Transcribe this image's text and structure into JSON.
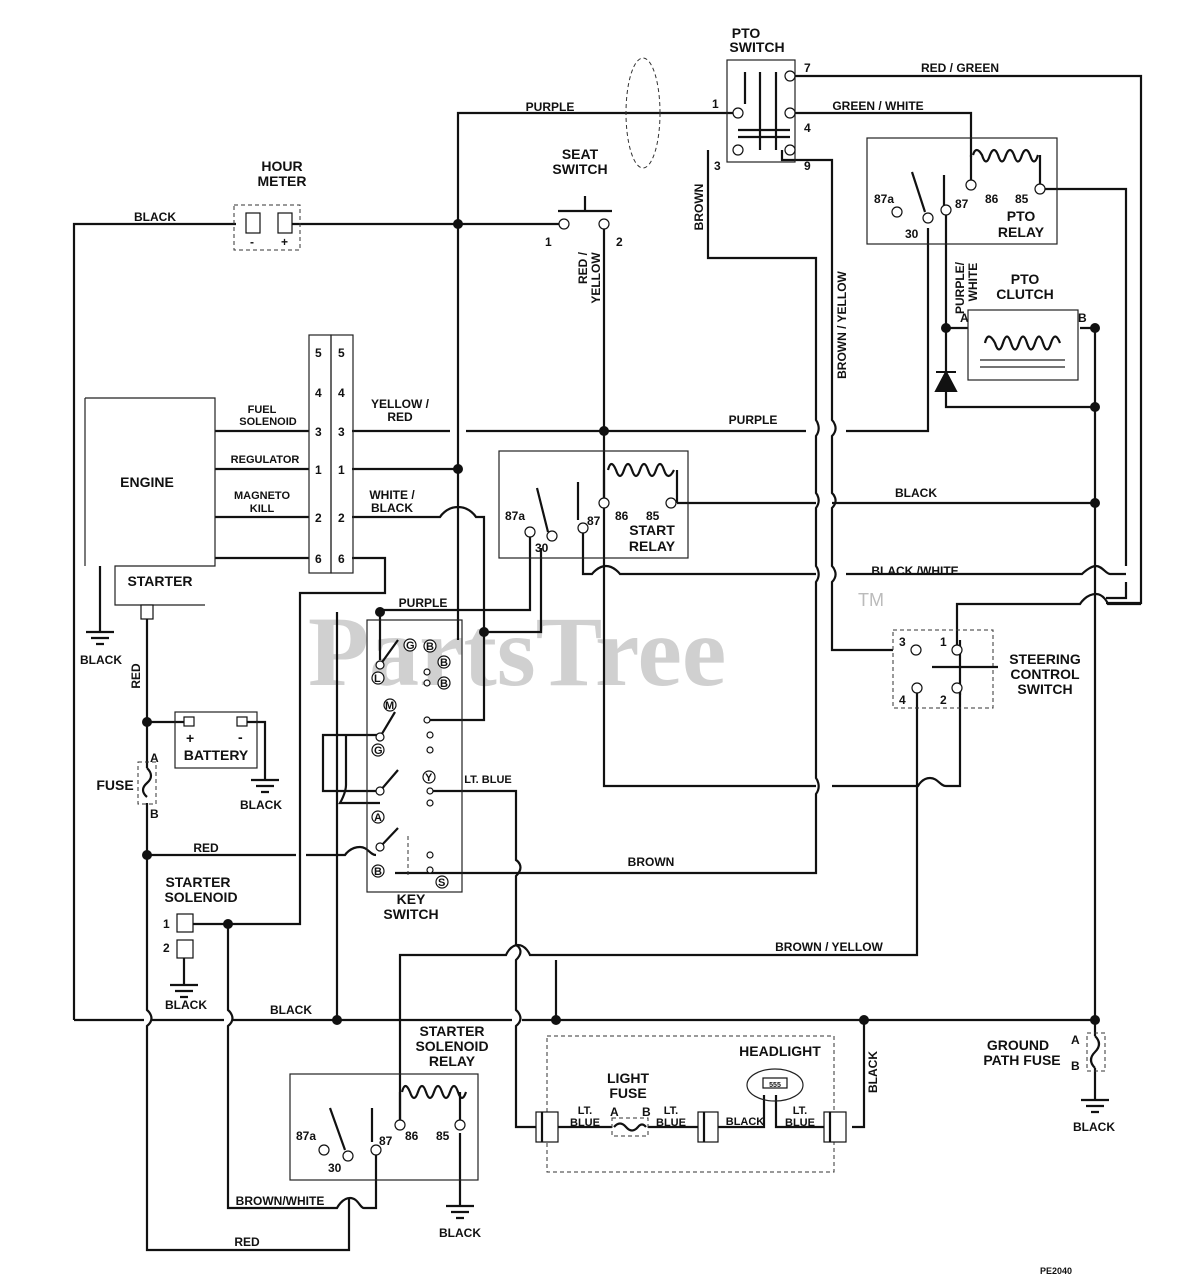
{
  "watermark": {
    "text": "PartsTree",
    "tm": "TM"
  },
  "doc_code": "PE2040",
  "components": {
    "pto_switch": {
      "line1": "PTO",
      "line2": "SWITCH",
      "pins": [
        "7",
        "1",
        "4",
        "3",
        "9"
      ]
    },
    "seat_switch": {
      "line1": "SEAT",
      "line2": "SWITCH",
      "pins": [
        "1",
        "2"
      ]
    },
    "hour_meter": {
      "line1": "HOUR",
      "line2": "METER",
      "minus": "-",
      "plus": "+"
    },
    "pto_relay": {
      "line1": "PTO",
      "line2": "RELAY",
      "pins": [
        "87a",
        "30",
        "87",
        "86",
        "85"
      ]
    },
    "pto_clutch": {
      "line1": "PTO",
      "line2": "CLUTCH",
      "a": "A",
      "b": "B"
    },
    "engine": {
      "label": "ENGINE",
      "starter": "STARTER"
    },
    "connector": {
      "left_pins": [
        "5",
        "4",
        "3",
        "1",
        "2",
        "6"
      ],
      "right_pins": [
        "5",
        "4",
        "3",
        "1",
        "2",
        "6"
      ]
    },
    "engine_leads": {
      "fuel1": "FUEL",
      "fuel2": "SOLENOID",
      "regulator": "REGULATOR",
      "magneto1": "MAGNETO",
      "magneto2": "KILL"
    },
    "start_relay": {
      "line1": "START",
      "line2": "RELAY",
      "pins": [
        "87a",
        "30",
        "87",
        "86",
        "85"
      ]
    },
    "steering_switch": {
      "line1": "STEERING",
      "line2": "CONTROL",
      "line3": "SWITCH",
      "pins": [
        "3",
        "1",
        "4",
        "2"
      ]
    },
    "battery": {
      "label": "BATTERY",
      "plus": "+",
      "minus": "-"
    },
    "fuse": {
      "label": "FUSE",
      "a": "A",
      "b": "B"
    },
    "starter_solenoid": {
      "line1": "STARTER",
      "line2": "SOLENOID",
      "pins": [
        "1",
        "2"
      ]
    },
    "key_switch": {
      "line1": "KEY",
      "line2": "SWITCH",
      "terminals": [
        "G",
        "B",
        "B",
        "L",
        "B",
        "M",
        "G",
        "Y",
        "A",
        "B",
        "S"
      ]
    },
    "starter_solenoid_relay": {
      "line1": "STARTER",
      "line2": "SOLENOID",
      "line3": "RELAY",
      "pins": [
        "87a",
        "30",
        "87",
        "86",
        "85"
      ]
    },
    "light_fuse": {
      "line1": "LIGHT",
      "line2": "FUSE",
      "a": "A",
      "b": "B"
    },
    "headlight": {
      "label": "HEADLIGHT",
      "code": "555"
    },
    "ground_path_fuse": {
      "line1": "GROUND",
      "line2": "PATH FUSE",
      "a": "A",
      "b": "B"
    }
  },
  "wires": {
    "purple_top": "PURPLE",
    "red_green": "RED / GREEN",
    "green_white": "GREEN / WHITE",
    "black_hour": "BLACK",
    "brown": "BROWN",
    "red_yellow_1": "RED /",
    "red_yellow_2": "YELLOW",
    "brown_yellow_v": "BROWN / YELLOW",
    "purple_white_1": "PURPLE/",
    "purple_white_2": "WHITE",
    "yellow_red_1": "YELLOW /",
    "yellow_red_2": "RED",
    "purple_mid": "PURPLE",
    "white_black_1": "WHITE /",
    "white_black_2": "BLACK",
    "black_mid": "BLACK",
    "black_white": "BLACK /WHITE",
    "purple_key": "PURPLE",
    "black_ground_engine": "BLACK",
    "red_starter": "RED",
    "lt_blue": "LT. BLUE",
    "black_battery": "BLACK",
    "red_fuse": "RED",
    "brown_key": "BROWN",
    "brown_yellow_h": "BROWN / YELLOW",
    "black_solenoid": "BLACK",
    "black_bus": "BLACK",
    "lt_blue_1a": "LT.",
    "lt_blue_1b": "BLUE",
    "lt_blue_2a": "LT.",
    "lt_blue_2b": "BLUE",
    "black_light": "BLACK",
    "lt_blue_3a": "LT.",
    "lt_blue_3b": "BLUE",
    "black_vertical": "BLACK",
    "black_gpf": "BLACK",
    "brown_white": "BROWN/WHITE",
    "black_relay": "BLACK",
    "red_bottom": "RED"
  }
}
